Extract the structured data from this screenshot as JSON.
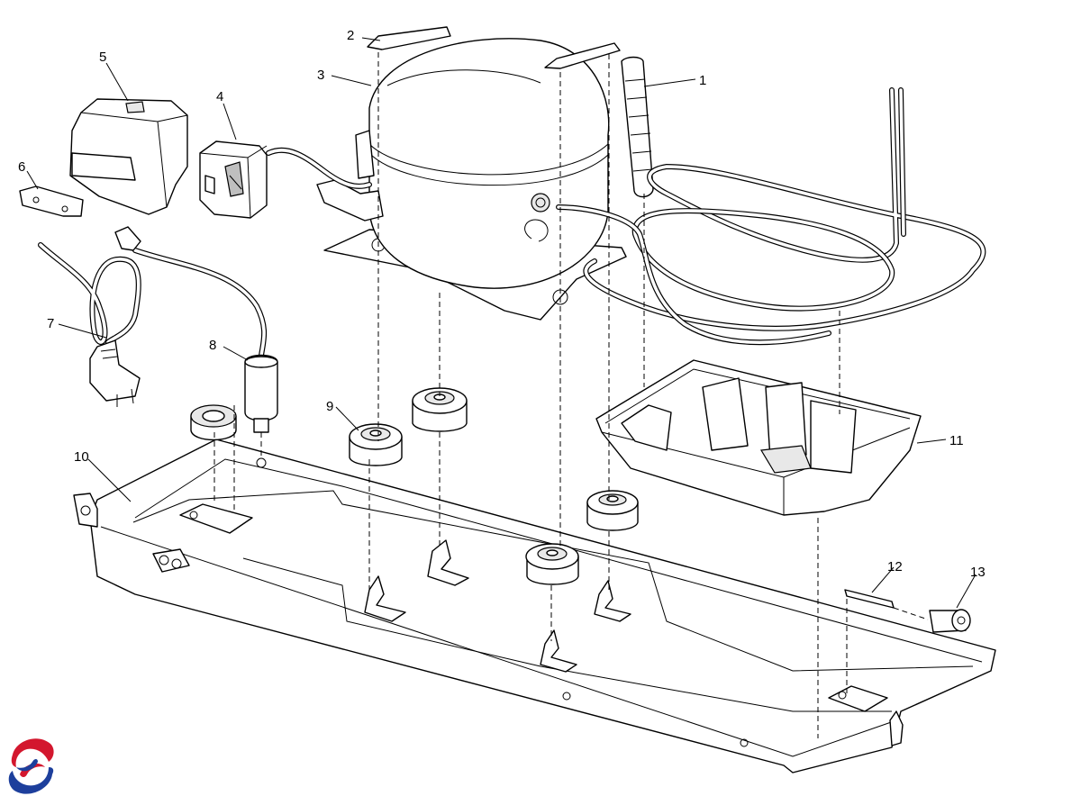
{
  "callouts": {
    "c1": "1",
    "c2": "2",
    "c3": "3",
    "c4": "4",
    "c5": "5",
    "c6": "6",
    "c7": "7",
    "c8": "8",
    "c9": "9",
    "c10": "10",
    "c11": "11",
    "c12": "12",
    "c13": "13"
  },
  "colors": {
    "logo_red": "#d3172e",
    "logo_blue": "#1d3f9c",
    "line": "#000000",
    "background": "#ffffff"
  },
  "icons": {
    "logo": "swirl-logo-icon"
  }
}
